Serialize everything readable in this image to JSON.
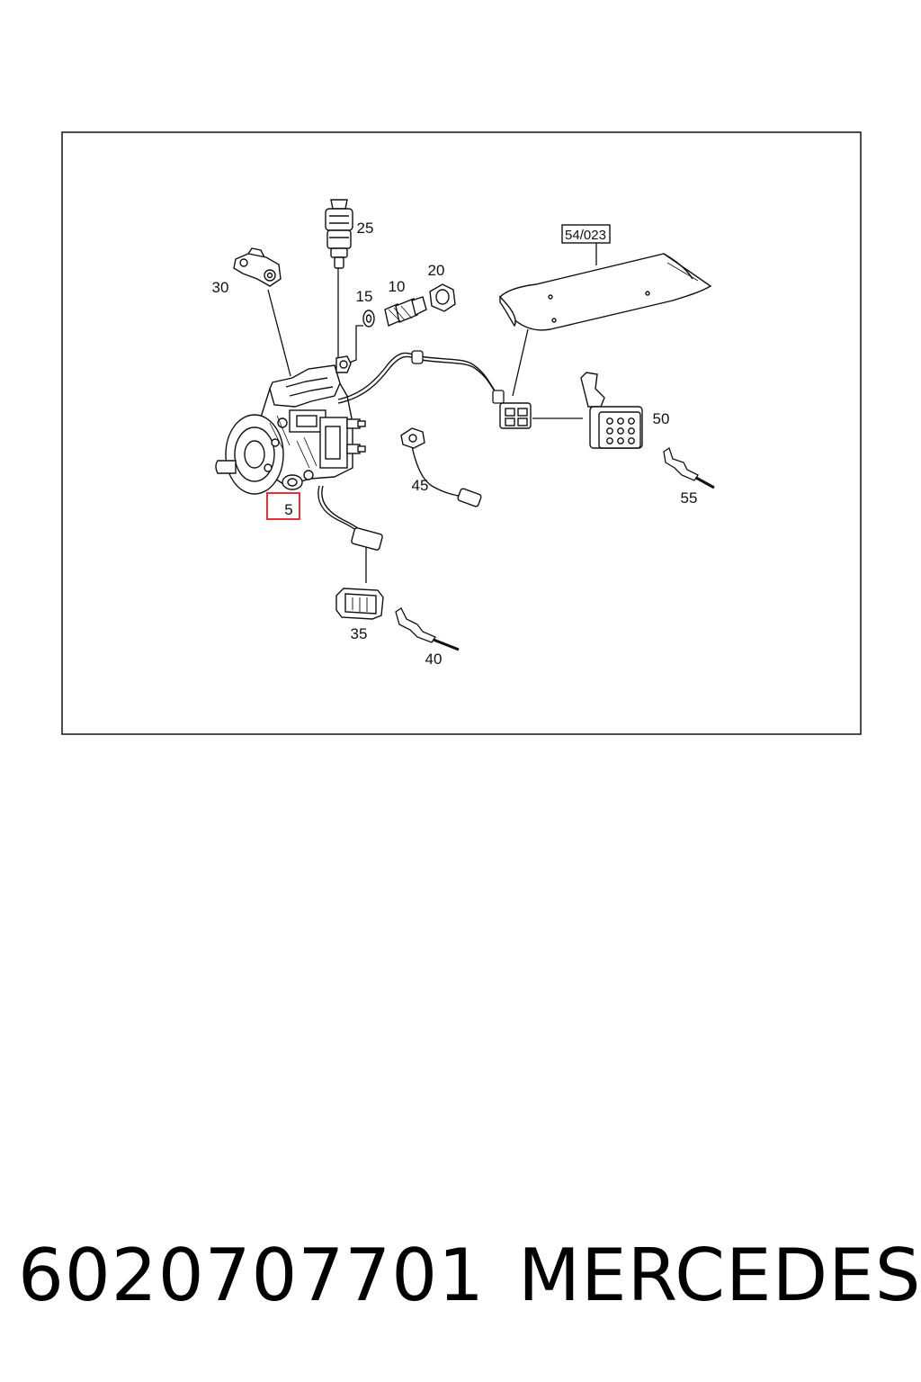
{
  "diagram": {
    "callouts": {
      "c5": "5",
      "c10": "10",
      "c15": "15",
      "c20": "20",
      "c25": "25",
      "c30": "30",
      "c35": "35",
      "c40": "40",
      "c45": "45",
      "c50": "50",
      "c55": "55"
    },
    "reference": "54/023",
    "highlight_color": "#e0323c",
    "line_color": "#111111"
  },
  "footer": {
    "part_number": "6020707701",
    "brand": "MERCEDES"
  }
}
